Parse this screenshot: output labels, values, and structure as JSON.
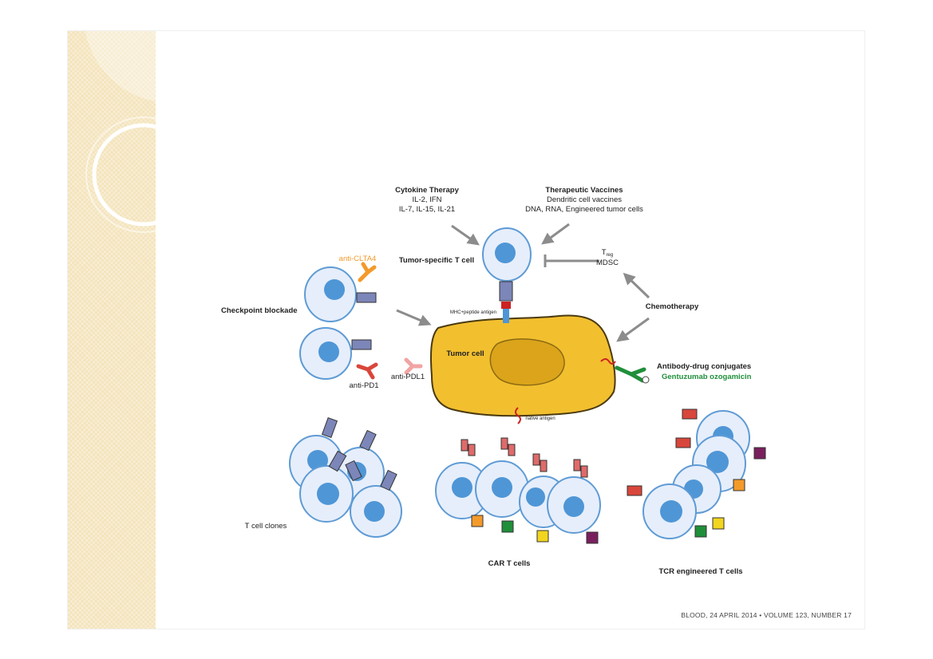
{
  "labels": {
    "cytokine_title": "Cytokine Therapy",
    "cytokine_line1": "IL-2, IFN",
    "cytokine_line2": "IL-7, IL-15, IL-21",
    "vaccine_title": "Therapeutic Vaccines",
    "vaccine_line1": "Dendritic cell vaccines",
    "vaccine_line2": "DNA, RNA, Engineered tumor cells",
    "tumor_specific_t_cell": "Tumor-specific T cell",
    "treg": "T",
    "treg_sub": "reg",
    "mdsc": "MDSC",
    "anti_ctla4": "anti-CLTA4",
    "checkpoint_blockade": "Checkpoint blockade",
    "mhc_peptide": "MHC+peptide antigen",
    "chemotherapy": "Chemotherapy",
    "tumor_cell": "Tumor cell",
    "anti_pd1": "anti-PD1",
    "anti_pdl1": "anti-PDL1",
    "adc": "Antibody-drug conjugates",
    "gemtuzumab": "Gentuzumab ozogamicin",
    "native_antigen": "native antigen",
    "t_cell_clones": "T cell clones",
    "car_t_cells": "CAR T cells",
    "tcr_t_cells": "TCR engineered T cells"
  },
  "citation": "BLOOD, 24 APRIL 2014 • VOLUME 123, NUMBER 17",
  "colors": {
    "tumor": "#f2bf2f",
    "tumor_nucleus": "#dba41b",
    "cell": "#e6eefb",
    "cell_border": "#5f9bd5",
    "nucleus": "#4f96d6",
    "arrow": "#8c8c8c",
    "anti_ctla4": "#f39a2b",
    "anti_pd1": "#d9463b",
    "anti_pdl1": "#f2a3a3",
    "adc": "#1f8f3a",
    "tcr": "#7c86b8"
  },
  "icons": [
    "antibody-icon",
    "tcr-receptor-icon",
    "car-receptor-icon",
    "arrow-icon",
    "inhibition-icon",
    "drug-payload-icon"
  ]
}
